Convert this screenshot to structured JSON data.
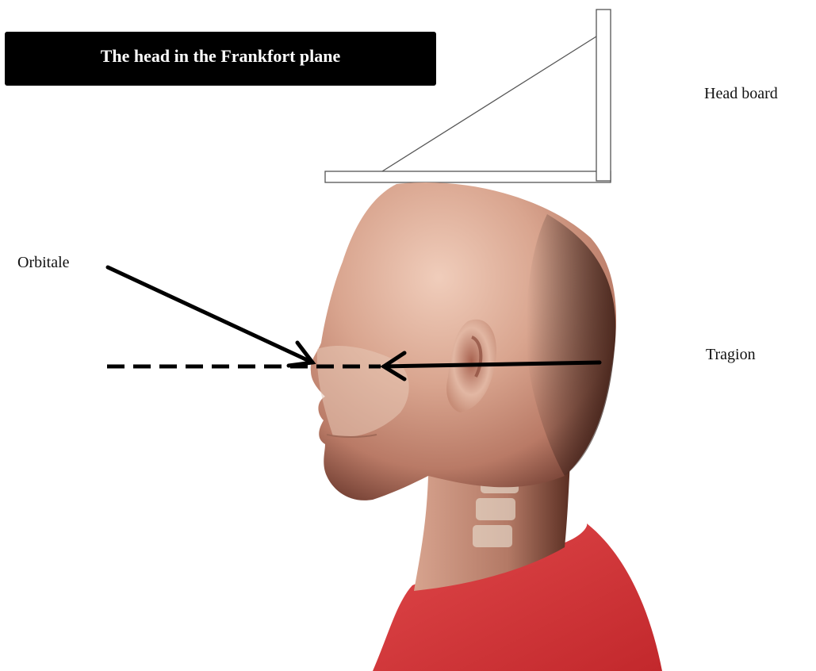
{
  "title": "The head in the Frankfort plane",
  "labels": {
    "head_board": "Head board",
    "orbitale": "Orbitale",
    "tragion": "Tragion"
  },
  "colors": {
    "title_background": "#000000",
    "title_text": "#ffffff",
    "skin": "#d9a58f",
    "shirt": "#d73b3e",
    "line": "#000000"
  }
}
